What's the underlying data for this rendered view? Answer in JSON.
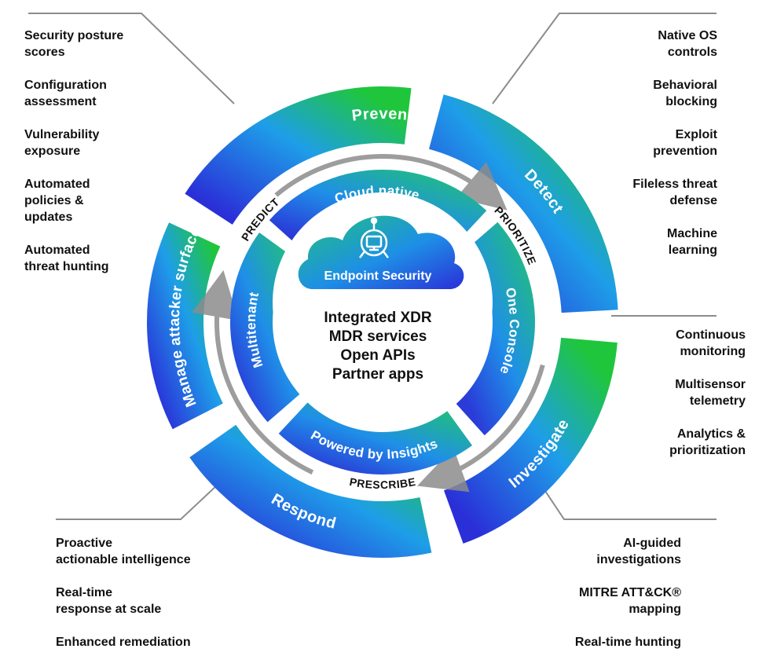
{
  "colors": {
    "green": "#1fc63c",
    "teal": "#20b4b4",
    "blue": "#1e7ff0",
    "indigo": "#2a2fd8",
    "arrow_gray": "#8c8c8c",
    "callout_line": "#8c8c8c"
  },
  "outer_ring": {
    "segments": [
      {
        "label": "Prevent"
      },
      {
        "label": "Detect"
      },
      {
        "label": "Investigate"
      },
      {
        "label": "Respond"
      },
      {
        "label": "Manage attacker surface"
      }
    ]
  },
  "middle_ring": {
    "labels": [
      "PREDICT",
      "PRIORITIZE",
      "PRESCRIBE"
    ]
  },
  "inner_ring": {
    "segments": [
      {
        "label": "Cloud native"
      },
      {
        "label": "One Console"
      },
      {
        "label": "Powered by Insights"
      },
      {
        "label": "Multitenant"
      }
    ]
  },
  "center": {
    "cloud_label": "Endpoint Security",
    "cloud_icon": "monitor-robot-icon",
    "lines": [
      "Integrated XDR",
      "MDR services",
      "Open APIs",
      "Partner apps"
    ]
  },
  "callouts": {
    "top_left": [
      "Security posture\nscores",
      "Configuration\nassessment",
      "Vulnerability\nexposure",
      "Automated\npolicies &\nupdates",
      "Automated\nthreat hunting"
    ],
    "top_right": [
      "Native OS\ncontrols",
      "Behavioral\nblocking",
      "Exploit\nprevention",
      "Fileless threat\ndefense",
      "Machine\nlearning"
    ],
    "middle_right": [
      "Continuous\nmonitoring",
      "Multisensor\ntelemetry",
      "Analytics &\nprioritization"
    ],
    "bottom_left": [
      "Proactive\nactionable intelligence",
      "Real-time\nresponse at scale",
      "Enhanced remediation"
    ],
    "bottom_right": [
      "AI-guided\ninvestigations",
      "MITRE ATT&CK®\nmapping",
      "Real-time hunting"
    ]
  }
}
